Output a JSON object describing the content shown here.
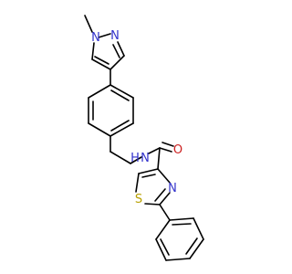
{
  "molecule": {
    "atom_labels": {
      "n_methyl": "N",
      "n_pyrazole": "N",
      "n_amide": "N",
      "h_amide": "H",
      "o_carbonyl": "O",
      "n_thiazole": "N",
      "s_thiazole": "S"
    },
    "colors": {
      "nitrogen": "#3333cc",
      "oxygen": "#cc2020",
      "sulfur": "#b8a000",
      "bond": "#000000"
    }
  }
}
